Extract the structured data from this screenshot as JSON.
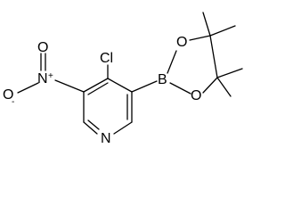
{
  "molecule": {
    "atoms": {
      "chlorine": "Cl",
      "nitro_nitrogen": "N",
      "nitro_plus": "+",
      "nitro_oxygen_top": "O",
      "nitro_oxygen_left": "O",
      "nitro_minus": "-",
      "pyridine_nitrogen": "N",
      "boron": "B",
      "ring_oxygen_top": "O",
      "ring_oxygen_bottom": "O"
    }
  },
  "colors": {
    "bond": "#000000",
    "text": "#000000",
    "background": "#ffffff"
  }
}
